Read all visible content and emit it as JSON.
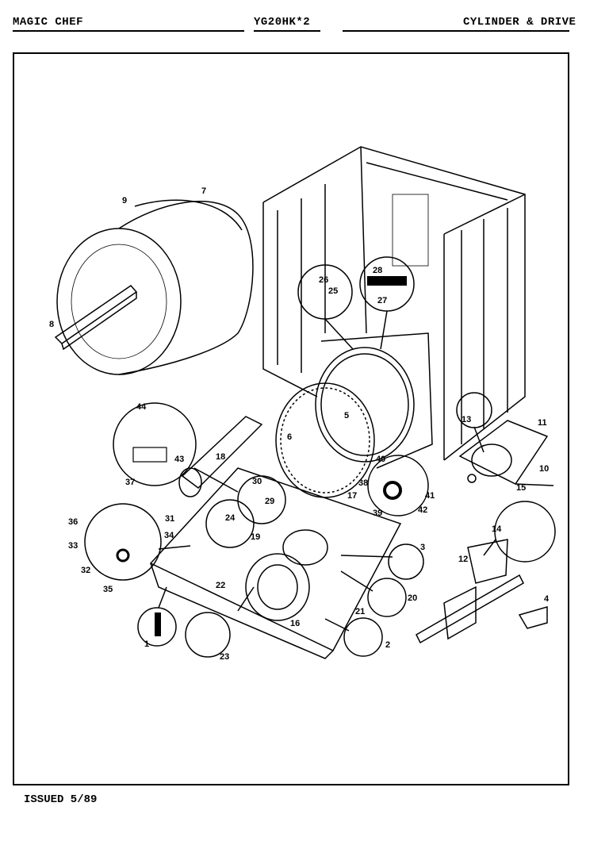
{
  "header": {
    "brand": "MAGIC CHEF",
    "model": "YG20HK*2",
    "section": "CYLINDER & DRIVE"
  },
  "footer": {
    "issued": "ISSUED 5/89"
  },
  "callouts": [
    "1",
    "2",
    "3",
    "4",
    "5",
    "6",
    "7",
    "8",
    "9",
    "10",
    "11",
    "12",
    "13",
    "14",
    "15",
    "16",
    "17",
    "18",
    "19",
    "20",
    "21",
    "22",
    "23",
    "24",
    "25",
    "26",
    "27",
    "28",
    "29",
    "30",
    "31",
    "32",
    "33",
    "34",
    "35",
    "36",
    "37",
    "38",
    "39",
    "40",
    "41",
    "42",
    "43",
    "44"
  ]
}
